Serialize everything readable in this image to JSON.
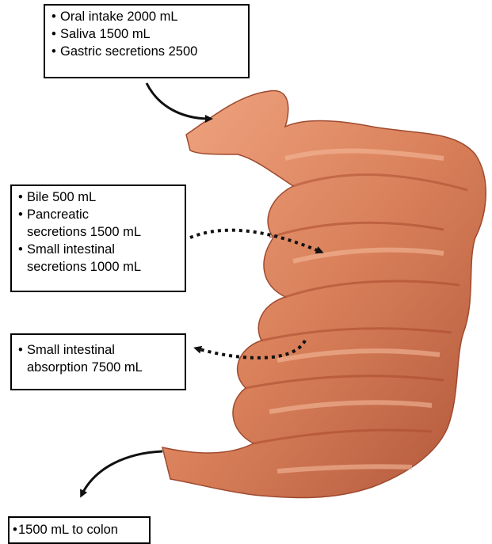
{
  "boxes": {
    "intake": {
      "items": [
        "Oral intake 2000 mL",
        "Saliva 1500 mL",
        "Gastric secretions 2500"
      ]
    },
    "secretions": {
      "items": [
        "Bile 500 mL",
        "Pancreatic\nsecretions 1500 mL",
        "Small intestinal\nsecretions 1000 mL"
      ]
    },
    "absorption": {
      "items": [
        "Small intestinal\nabsorption 7500 mL"
      ]
    },
    "colon": {
      "items": [
        "1500 mL to colon"
      ]
    }
  },
  "colors": {
    "intestine_base": "#d9805a",
    "intestine_shadow": "#a9482c",
    "intestine_highlight": "#f4b99a",
    "arrow": "#111111"
  },
  "icons": [
    "arrow-solid-curved",
    "arrow-dotted-curved"
  ]
}
